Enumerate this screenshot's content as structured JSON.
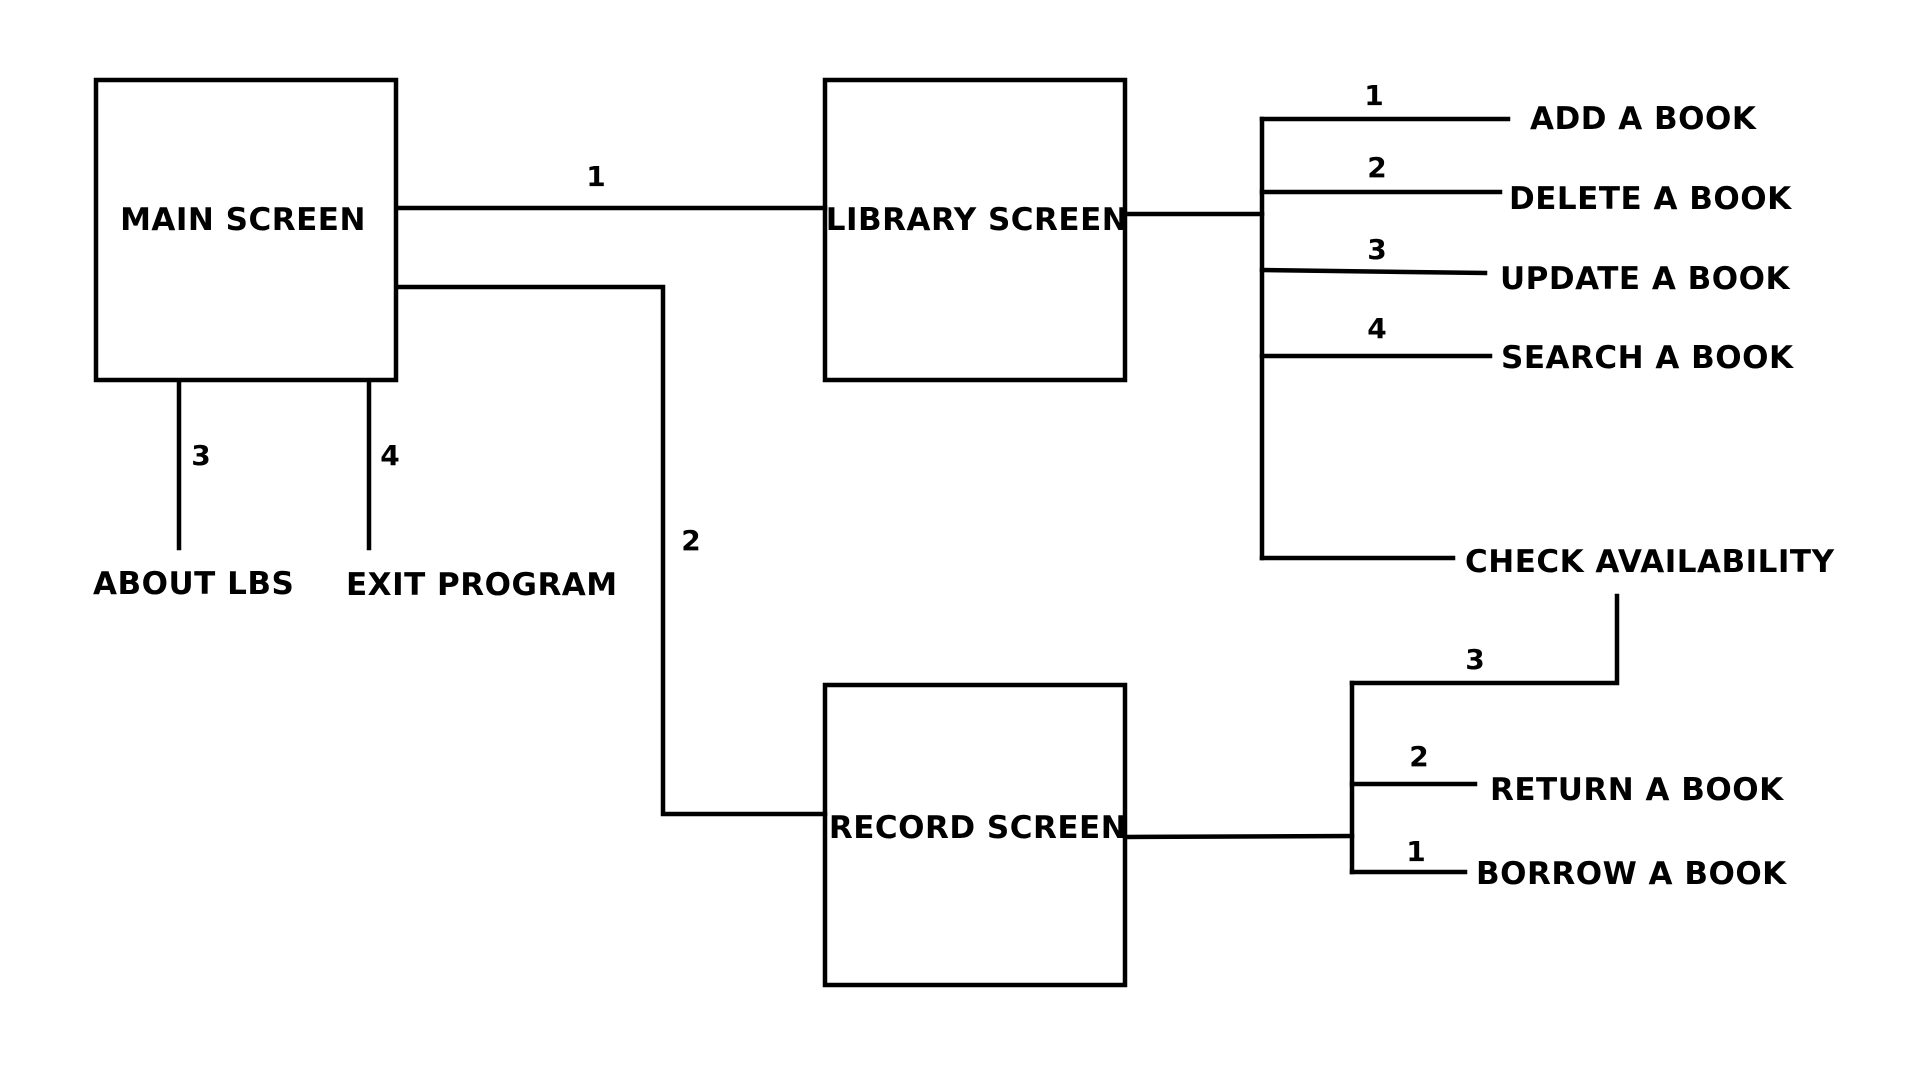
{
  "nodes": {
    "main_screen": "MAIN SCREEN",
    "library_screen": "LIBRARY SCREEN",
    "record_screen": "RECORD SCREEN"
  },
  "main_options": {
    "about": "ABOUT LBS",
    "exit": "EXIT PROGRAM"
  },
  "library_options": {
    "add": "ADD A BOOK",
    "delete": "DELETE A BOOK",
    "update": "UPDATE A BOOK",
    "search": "SEARCH A BOOK",
    "check": "CHECK AVAILABILITY"
  },
  "record_options": {
    "return": "RETURN A BOOK",
    "borrow": "BORROW A BOOK"
  },
  "edge_numbers": {
    "main_to_library": "1",
    "main_to_record": "2",
    "main_to_about": "3",
    "main_to_exit": "4",
    "library_add": "1",
    "library_delete": "2",
    "library_update": "3",
    "library_search": "4",
    "record_check": "3",
    "record_return": "2",
    "record_borrow": "1"
  }
}
